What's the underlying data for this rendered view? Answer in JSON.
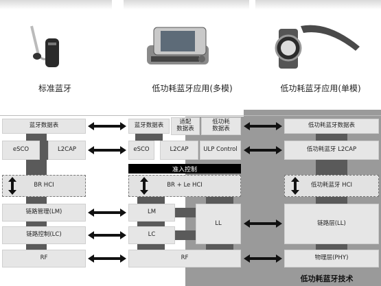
{
  "products": {
    "classic": "标准蓝牙",
    "dual": "低功耗蓝牙应用(多模)",
    "single": "低功耗蓝牙应用(单模)"
  },
  "classic_stack": {
    "profiles": "蓝牙数据表",
    "esco": "eSCO",
    "l2cap": "L2CAP",
    "hci": "BR HCI",
    "lm": "链路管理(LM)",
    "lc": "链路控制(LC)",
    "rf": "RF"
  },
  "dual_stack": {
    "profiles": "蓝牙数据表",
    "adapt_profiles": "适配\n数据表",
    "le_profiles": "低功耗\n数据表",
    "esco": "eSCO",
    "l2cap": "L2CAP",
    "ulp": "ULP Control",
    "access": "准入控制",
    "hci": "BR + Le HCI",
    "lm": "LM",
    "lc": "LC",
    "ll": "LL",
    "rf": "RF"
  },
  "single_stack": {
    "profiles": "低功耗蓝牙数据表",
    "l2cap": "低功耗蓝牙 L2CAP",
    "hci": "低功耗蓝牙 HCI",
    "ll": "链路层(LL)",
    "phy": "物理层(PHY)"
  },
  "footer": "低功耗蓝牙技术",
  "colors": {
    "le_region": "#9a9a9a",
    "box": "#e6e6e6",
    "black_bar": "#000000"
  }
}
